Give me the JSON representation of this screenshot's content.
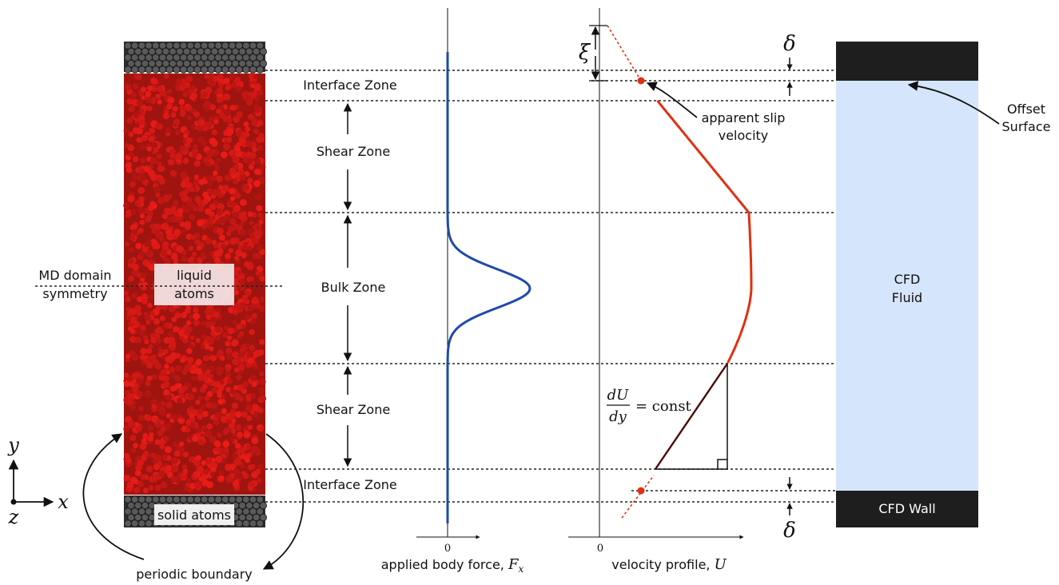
{
  "zones": {
    "interface_top": "Interface Zone",
    "shear_top": "Shear Zone",
    "bulk": "Bulk Zone",
    "shear_bottom": "Shear Zone",
    "interface_bottom": "Interface Zone"
  },
  "md": {
    "symmetry_line1": "MD domain",
    "symmetry_line2": "symmetry",
    "liquid_line1": "liquid",
    "liquid_line2": "atoms",
    "solid_label": "solid atoms",
    "periodic_label": "periodic boundary",
    "liquid_color": "#c41a14",
    "solid_color": "#3a3a3a"
  },
  "axes": {
    "x": "x",
    "y": "y",
    "z": "z"
  },
  "force_plot": {
    "zero": "0",
    "label": "applied body force, ",
    "label_math": "F",
    "label_sub": "x",
    "curve_color": "#1f4aa8"
  },
  "velocity_plot": {
    "zero": "0",
    "label": "velocity profile, ",
    "label_math": "U",
    "curve_color": "#e03010",
    "annotation_line1": "apparent slip",
    "annotation_line2": "velocity",
    "grad_num": "dU",
    "grad_den": "dy",
    "grad_rhs": "= const",
    "xi_symbol": "ξ"
  },
  "cfd": {
    "fluid_line1": "CFD",
    "fluid_line2": "Fluid",
    "wall_label": "CFD Wall",
    "offset_line1": "Offset",
    "offset_line2": "Surface",
    "delta_symbol": "δ",
    "fluid_color": "#d5e5fb",
    "wall_color": "#1e1e1e"
  }
}
